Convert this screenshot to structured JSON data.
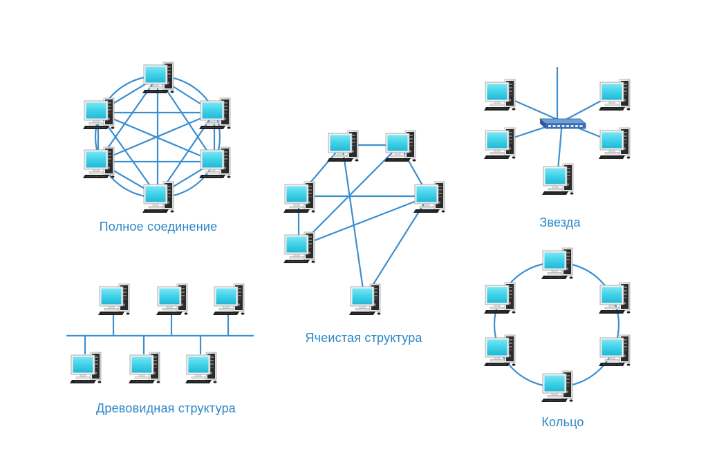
{
  "colors": {
    "link": "#3b8ed0",
    "caption": "#2a86c9",
    "screen": "#3fd1e8",
    "monitor_frame": "#f2f2f2",
    "case": "#ededed",
    "case_front": "#2b2b2b",
    "keyboard": "#202020",
    "hub": "#3a6fb6"
  },
  "icons": {
    "computer": "desktop-computer-icon",
    "hub": "network-switch-icon"
  },
  "diagrams": {
    "full_mesh": {
      "caption": "Полное соединение"
    },
    "mesh": {
      "caption": "Ячеистая структура"
    },
    "star": {
      "caption": "Звезда"
    },
    "tree": {
      "caption": "Древовидная структура"
    },
    "ring": {
      "caption": "Кольцо"
    }
  }
}
